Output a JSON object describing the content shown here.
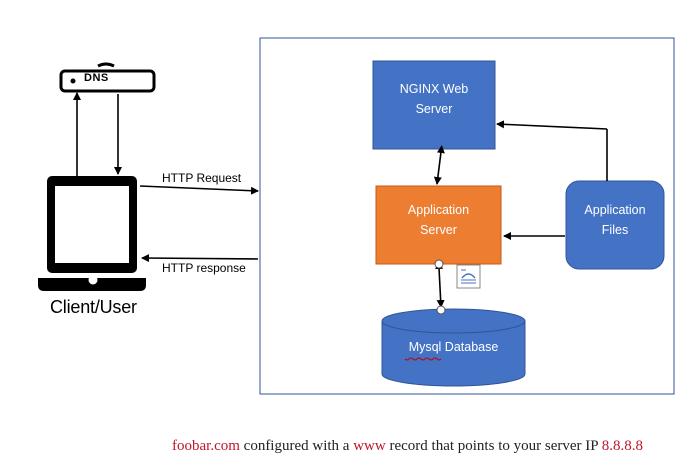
{
  "diagram": {
    "dns_label": "DNS",
    "client_label": "Client/User",
    "nginx_label": "NGINX Web\nServer",
    "app_server_label": "Application\nServer",
    "app_files_label": "Application\nFiles",
    "mysql_label": "Mysql Database",
    "http_request_label": "HTTP Request",
    "http_response_label": "HTTP response"
  },
  "caption": {
    "domain": "foobar.com",
    "text1": " configured with a ",
    "record": "www",
    "text2": " record that points to your server IP ",
    "ip": "8.8.8.8"
  },
  "colors": {
    "blue_box": "#4472c4",
    "orange_box": "#ed7d31",
    "server_border": "#2f5597",
    "caption_highlight": "#c0162d"
  }
}
